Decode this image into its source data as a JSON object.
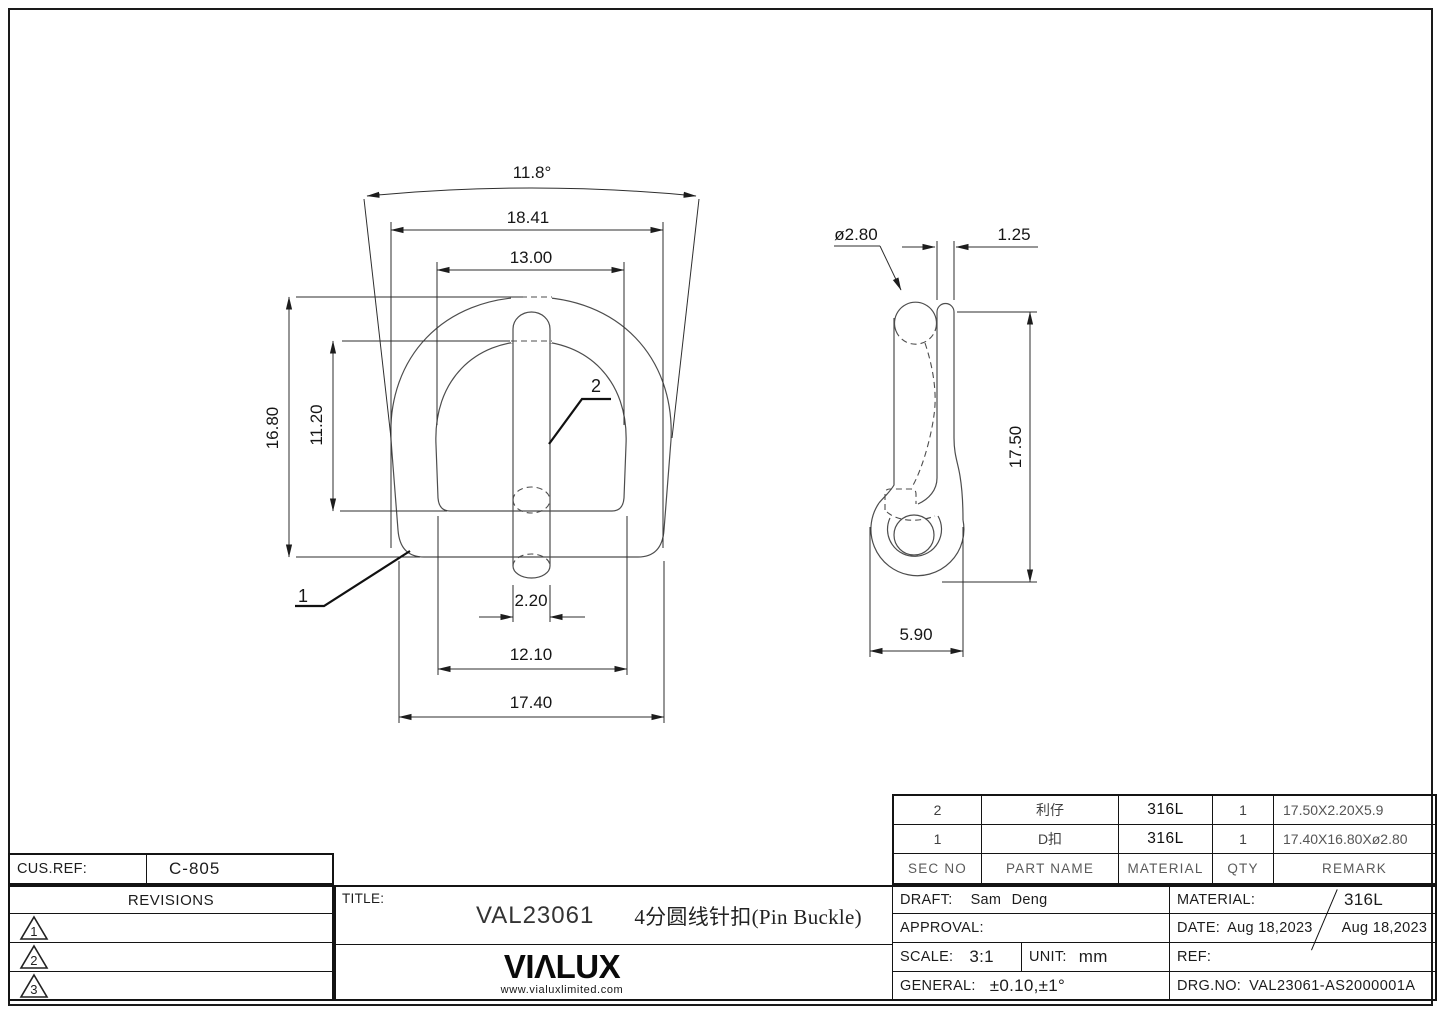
{
  "front_view": {
    "dim_angle": "11.8°",
    "dim_width_flare": "18.41",
    "dim_width_inner_top": "13.00",
    "dim_height_outer": "16.80",
    "dim_height_inner": "11.20",
    "dim_pin_width": "2.20",
    "dim_width_inner_bottom": "12.10",
    "dim_width_outer": "17.40",
    "label_item1": "1",
    "label_item2": "2"
  },
  "side_view": {
    "dim_wire_dia": "ø2.80",
    "dim_tab_thickness": "1.25",
    "dim_height": "17.50",
    "dim_loop_width": "5.90"
  },
  "parts_table": {
    "headers": {
      "sec_no": "SEC NO",
      "part_name": "PART NAME",
      "material": "MATERIAL",
      "qty": "QTY",
      "remark": "REMARK"
    },
    "rows": [
      {
        "sec_no": "2",
        "part_name": "利仔",
        "material": "316L",
        "qty": "1",
        "remark": "17.50X2.20X5.9"
      },
      {
        "sec_no": "1",
        "part_name": "D扣",
        "material": "316L",
        "qty": "1",
        "remark": "17.40X16.80Xø2.80"
      }
    ]
  },
  "title_block": {
    "cus_ref_label": "CUS.REF:",
    "cus_ref_value": "C-805",
    "revisions_label": "REVISIONS",
    "revision_marks": [
      "1",
      "2",
      "3"
    ],
    "title_label": "TITLE:",
    "title_code": "VAL23061",
    "title_name": "4分圆线针扣(Pin Buckle)",
    "logo_text": "VIΛLUX",
    "logo_url": "www.vialuxlimited.com",
    "draft_label": "DRAFT:",
    "draft_value": "Sam Deng",
    "approval_label": "APPROVAL:",
    "approval_value": "",
    "material_label": "MATERIAL:",
    "material_value": "316L",
    "date_label": "DATE:",
    "date_value_1": "Aug 18,2023",
    "date_value_2": "Aug 18,2023",
    "scale_label": "SCALE:",
    "scale_value": "3:1",
    "unit_label": "UNIT:",
    "unit_value": "mm",
    "ref_label": "REF:",
    "ref_value": "",
    "general_label": "GENERAL:",
    "general_value": "±0.10,±1°",
    "drg_no_label": "DRG.NO:",
    "drg_no_value": "VAL23061-AS2000001A"
  }
}
